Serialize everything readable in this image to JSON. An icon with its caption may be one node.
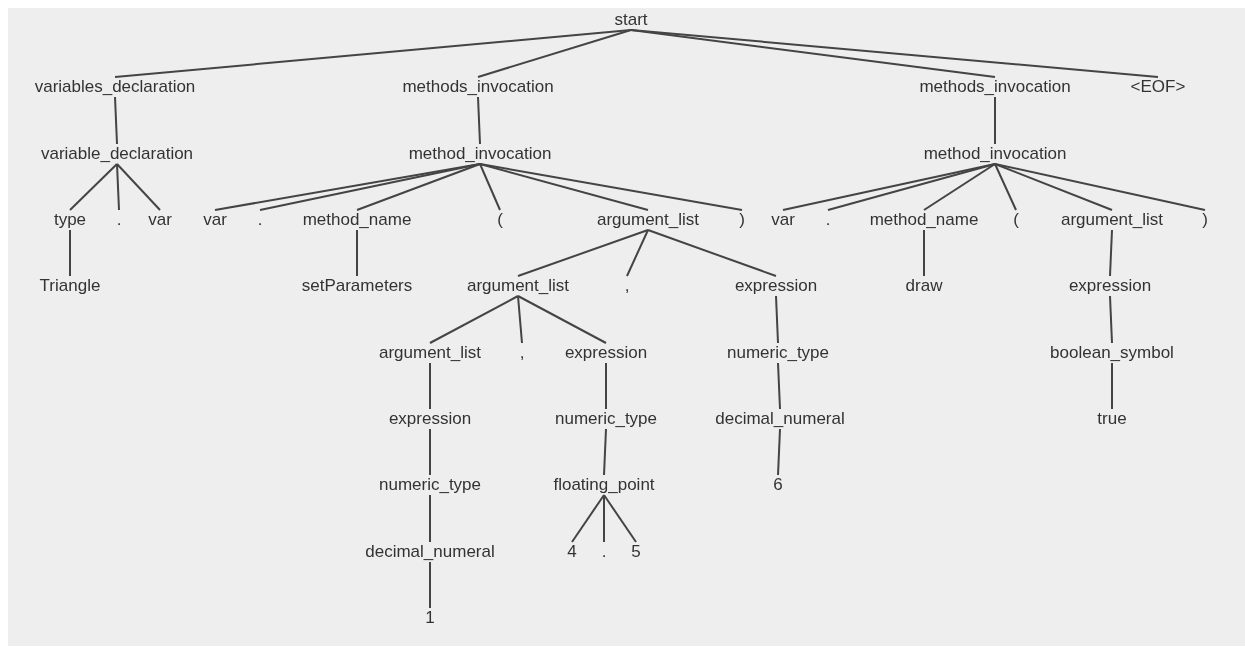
{
  "diagram": {
    "nodes": [
      {
        "text": [
          "start"
        ]
      },
      {
        "text": [
          "variables_declaration"
        ]
      },
      {
        "text": [
          "methods_invocation"
        ]
      },
      {
        "text": [
          "methods_invocation"
        ]
      },
      {
        "text": [
          "<EOF>"
        ]
      },
      {
        "text": [
          "variable_declaration"
        ]
      },
      {
        "text": [
          "method_invocation"
        ]
      },
      {
        "text": [
          "method_invocation"
        ]
      },
      {
        "text": [
          "type"
        ]
      },
      {
        "text": [
          "."
        ]
      },
      {
        "text": [
          "var"
        ]
      },
      {
        "text": [
          "var"
        ]
      },
      {
        "text": [
          "."
        ]
      },
      {
        "text": [
          "method_name"
        ]
      },
      {
        "text": [
          "("
        ]
      },
      {
        "text": [
          "argument_list"
        ]
      },
      {
        "text": [
          ")"
        ]
      },
      {
        "text": [
          "var"
        ]
      },
      {
        "text": [
          "."
        ]
      },
      {
        "text": [
          "method_name"
        ]
      },
      {
        "text": [
          "("
        ]
      },
      {
        "text": [
          "argument_list"
        ]
      },
      {
        "text": [
          ")"
        ]
      },
      {
        "text": [
          "Triangle"
        ]
      },
      {
        "text": [
          "setParameters"
        ]
      },
      {
        "text": [
          "argument_list"
        ]
      },
      {
        "text": [
          ","
        ]
      },
      {
        "text": [
          "expression"
        ]
      },
      {
        "text": [
          "draw"
        ]
      },
      {
        "text": [
          "expression"
        ]
      },
      {
        "text": [
          "argument_list"
        ]
      },
      {
        "text": [
          ","
        ]
      },
      {
        "text": [
          "expression"
        ]
      },
      {
        "text": [
          "numeric_type"
        ]
      },
      {
        "text": [
          "boolean_symbol"
        ]
      },
      {
        "text": [
          "expression"
        ]
      },
      {
        "text": [
          "numeric_type"
        ]
      },
      {
        "text": [
          "decimal_numeral"
        ]
      },
      {
        "text": [
          "true"
        ]
      },
      {
        "text": [
          "numeric_type"
        ]
      },
      {
        "text": [
          "floating_point"
        ]
      },
      {
        "text": [
          "6"
        ]
      },
      {
        "text": [
          "decimal_numeral"
        ]
      },
      {
        "text": [
          "4"
        ]
      },
      {
        "text": [
          "."
        ]
      },
      {
        "text": [
          "5"
        ]
      },
      {
        "text": [
          "1"
        ]
      }
    ],
    "edges": [
      {
        "from": 0,
        "to": 1,
        "arrow": "none"
      },
      {
        "from": 0,
        "to": 2,
        "arrow": "none"
      },
      {
        "from": 0,
        "to": 3,
        "arrow": "none"
      },
      {
        "from": 0,
        "to": 4,
        "arrow": "none"
      },
      {
        "from": 1,
        "to": 5,
        "arrow": "none"
      },
      {
        "from": 2,
        "to": 6,
        "arrow": "none"
      },
      {
        "from": 3,
        "to": 7,
        "arrow": "none"
      },
      {
        "from": 5,
        "to": 8,
        "arrow": "none"
      },
      {
        "from": 5,
        "to": 9,
        "arrow": "none"
      },
      {
        "from": 5,
        "to": 10,
        "arrow": "none"
      },
      {
        "from": 6,
        "to": 11,
        "arrow": "none"
      },
      {
        "from": 6,
        "to": 12,
        "arrow": "none"
      },
      {
        "from": 6,
        "to": 13,
        "arrow": "none"
      },
      {
        "from": 6,
        "to": 14,
        "arrow": "none"
      },
      {
        "from": 6,
        "to": 15,
        "arrow": "none"
      },
      {
        "from": 6,
        "to": 16,
        "arrow": "none"
      },
      {
        "from": 7,
        "to": 17,
        "arrow": "none"
      },
      {
        "from": 7,
        "to": 18,
        "arrow": "none"
      },
      {
        "from": 7,
        "to": 19,
        "arrow": "none"
      },
      {
        "from": 7,
        "to": 20,
        "arrow": "none"
      },
      {
        "from": 7,
        "to": 21,
        "arrow": "none"
      },
      {
        "from": 7,
        "to": 22,
        "arrow": "none"
      },
      {
        "from": 8,
        "to": 23,
        "arrow": "none"
      },
      {
        "from": 13,
        "to": 24,
        "arrow": "none"
      },
      {
        "from": 15,
        "to": 25,
        "arrow": "none"
      },
      {
        "from": 15,
        "to": 26,
        "arrow": "none"
      },
      {
        "from": 15,
        "to": 27,
        "arrow": "none"
      },
      {
        "from": 19,
        "to": 28,
        "arrow": "none"
      },
      {
        "from": 21,
        "to": 29,
        "arrow": "none"
      },
      {
        "from": 25,
        "to": 30,
        "arrow": "none"
      },
      {
        "from": 25,
        "to": 31,
        "arrow": "none"
      },
      {
        "from": 25,
        "to": 32,
        "arrow": "none"
      },
      {
        "from": 27,
        "to": 33,
        "arrow": "none"
      },
      {
        "from": 29,
        "to": 34,
        "arrow": "none"
      },
      {
        "from": 30,
        "to": 35,
        "arrow": "none"
      },
      {
        "from": 32,
        "to": 36,
        "arrow": "none"
      },
      {
        "from": 33,
        "to": 37,
        "arrow": "none"
      },
      {
        "from": 34,
        "to": 38,
        "arrow": "none"
      },
      {
        "from": 35,
        "to": 39,
        "arrow": "none"
      },
      {
        "from": 36,
        "to": 40,
        "arrow": "none"
      },
      {
        "from": 37,
        "to": 41,
        "arrow": "none"
      },
      {
        "from": 39,
        "to": 42,
        "arrow": "none"
      },
      {
        "from": 40,
        "to": 43,
        "arrow": "none"
      },
      {
        "from": 40,
        "to": 44,
        "arrow": "none"
      },
      {
        "from": 40,
        "to": 45,
        "arrow": "none"
      },
      {
        "from": 42,
        "to": 46,
        "arrow": "none"
      }
    ]
  }
}
